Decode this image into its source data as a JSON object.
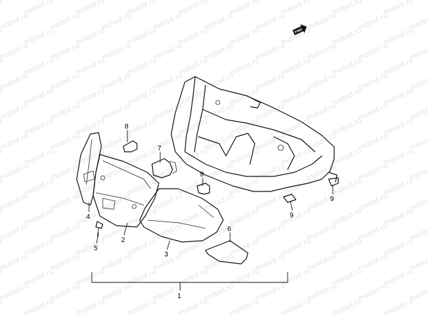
{
  "watermark": {
    "text": "motod.ru",
    "color": "#e2e2e2"
  },
  "fwd_marker": {
    "text": "FWD"
  },
  "callouts": [
    {
      "id": "1",
      "text": "1"
    },
    {
      "id": "2",
      "text": "2"
    },
    {
      "id": "3",
      "text": "3"
    },
    {
      "id": "4",
      "text": "4"
    },
    {
      "id": "5",
      "text": "5"
    },
    {
      "id": "6",
      "text": "6"
    },
    {
      "id": "7",
      "text": "7"
    },
    {
      "id": "8a",
      "text": "8"
    },
    {
      "id": "8b",
      "text": "8"
    },
    {
      "id": "9a",
      "text": "9"
    },
    {
      "id": "9b",
      "text": "9"
    }
  ]
}
